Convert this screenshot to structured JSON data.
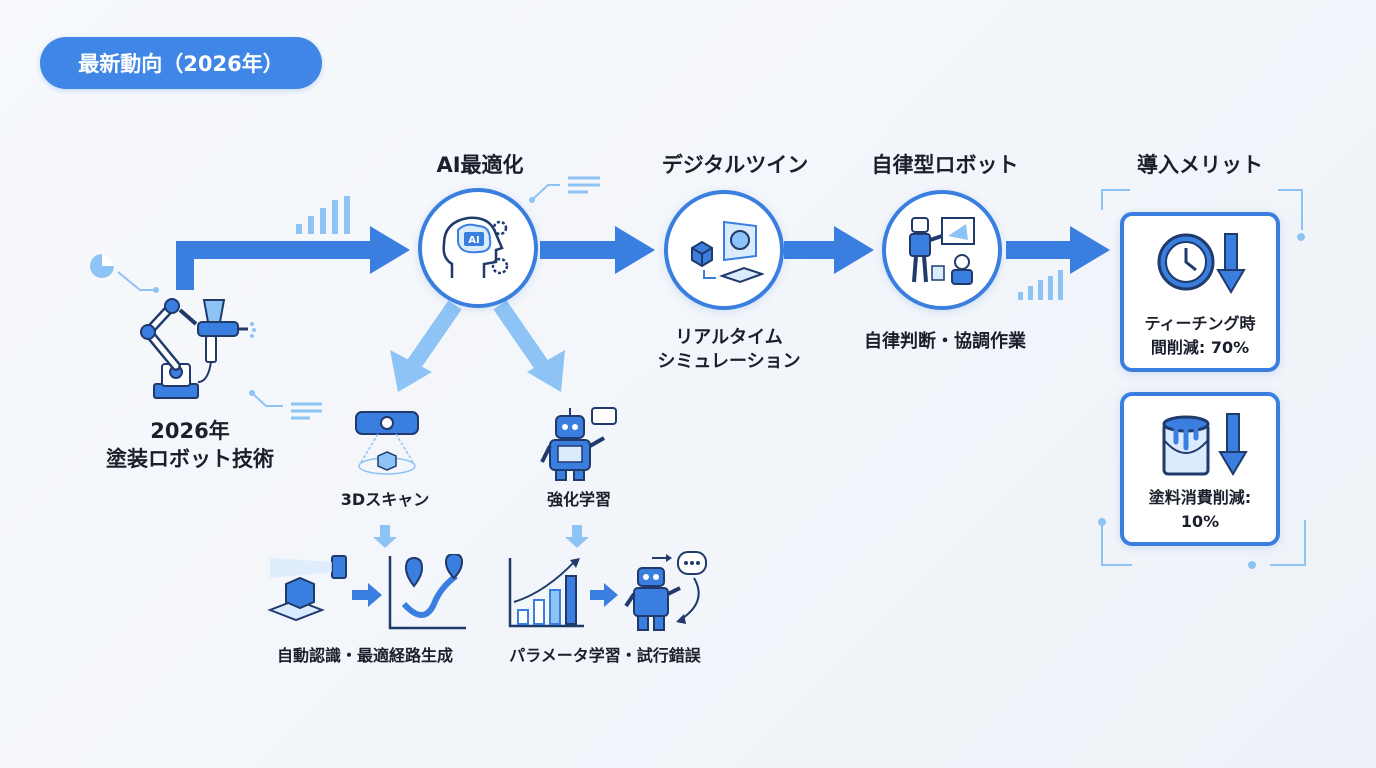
{
  "badge": "最新動向（2026年）",
  "start": {
    "line1": "2026年",
    "line2": "塗装ロボット技術"
  },
  "stages": {
    "ai": {
      "title": "AI最適化",
      "icon_text": "AI"
    },
    "twin": {
      "title": "デジタルツイン",
      "line1": "リアルタイム",
      "line2": "シミュレーション"
    },
    "robot": {
      "title": "自律型ロボット",
      "desc": "自律判断・協調作業"
    }
  },
  "branches": {
    "scan": {
      "title": "3Dスキャン",
      "desc": "自動認識・最適経路生成"
    },
    "rl": {
      "title": "強化学習",
      "desc": "パラメータ学習・試行錯誤"
    }
  },
  "benefits": {
    "title": "導入メリット",
    "items": [
      {
        "line1": "ティーチング時",
        "line2": "間削減: 70%",
        "icon": "clock-down-icon"
      },
      {
        "line1": "塗料消費削減:",
        "line2": "10%",
        "icon": "paint-can-down-icon"
      }
    ]
  },
  "colors": {
    "primary": "#3a7ee0",
    "light": "#8ec3f5",
    "dark": "#1f3a6b"
  }
}
